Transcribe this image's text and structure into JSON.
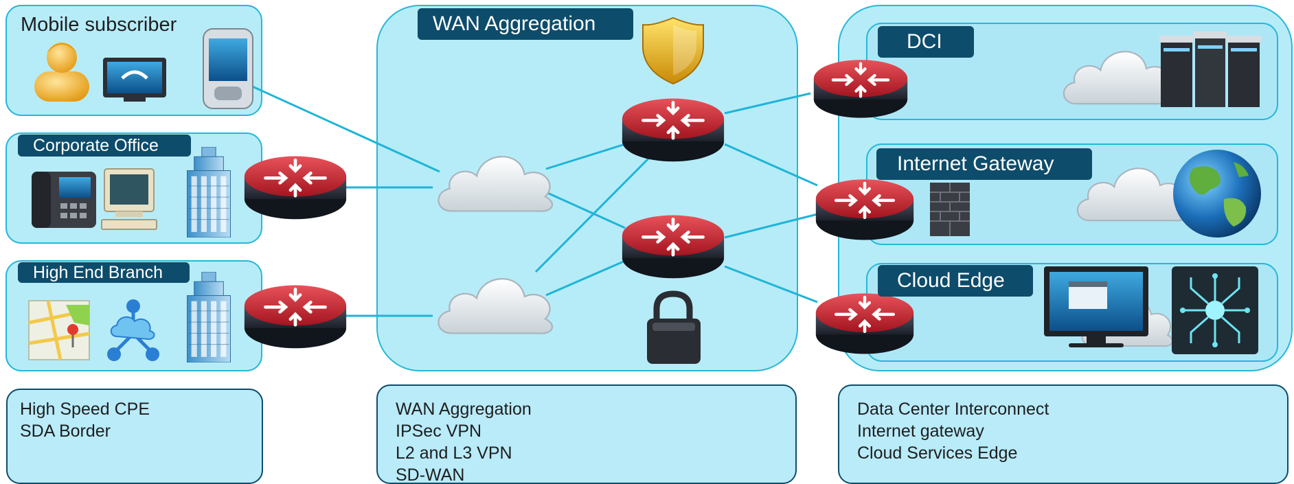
{
  "sites": {
    "mobile": {
      "title": "Mobile subscriber"
    },
    "corporate": {
      "title": "Corporate Office"
    },
    "branch": {
      "title": "High End Branch"
    }
  },
  "wan": {
    "title": "WAN Aggregation"
  },
  "edge": {
    "dci": {
      "title": "DCI"
    },
    "internet": {
      "title": "Internet Gateway"
    },
    "cloud": {
      "title": "Cloud Edge"
    }
  },
  "descriptions": {
    "left": [
      "High Speed CPE",
      "SDA Border"
    ],
    "middle": [
      "WAN Aggregation",
      "IPSec VPN",
      "L2 and L3 VPN",
      "SD-WAN"
    ],
    "right": [
      "Data Center Interconnect",
      "Internet gateway",
      "Cloud Services Edge"
    ]
  },
  "icons": {
    "mobile": [
      "user-icon",
      "videophone-icon",
      "mobile-phone-icon"
    ],
    "corporate": [
      "ip-phone-icon",
      "desktop-computer-icon",
      "office-building-icon"
    ],
    "branch": [
      "map-icon",
      "network-hub-icon",
      "office-building-icon"
    ],
    "wan": [
      "shield-icon",
      "padlock-icon"
    ],
    "dci": [
      "cloud-icon",
      "server-rack-icon"
    ],
    "internet": [
      "firewall-icon",
      "cloud-icon",
      "globe-icon"
    ],
    "cloud": [
      "monitor-icon",
      "circuit-chip-icon"
    ]
  },
  "colors": {
    "panel_fill": "#b6ecf8",
    "panel_border": "#27b7d8",
    "tag_fill": "#0d4c6b",
    "link_line": "#1fb4d8",
    "router_red": "#c0232e"
  }
}
